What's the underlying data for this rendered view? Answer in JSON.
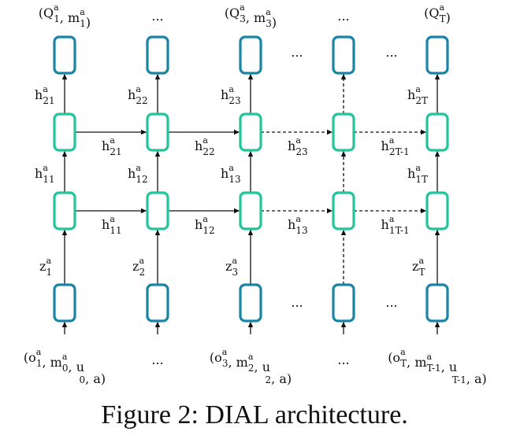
{
  "caption": "Figure 2: DIAL architecture.",
  "colors": {
    "io_box": "#1a84a6",
    "hidden_box": "#22c59a",
    "arrow": "#111111"
  },
  "top_labels": [
    {
      "main": "(Q",
      "sub": "1",
      "sub2": ", m",
      "sub3": "1",
      "tail": ")",
      "sup": "a",
      "sup2": "a"
    },
    {
      "text": "..."
    },
    {
      "main": "(Q",
      "sub": "3",
      "sub2": ", m",
      "sub3": "3",
      "tail": ")",
      "sup": "a",
      "sup2": "a"
    },
    {
      "text": "..."
    },
    {
      "main": "(Q",
      "sub": "T",
      "tail": ")",
      "sup": "a"
    }
  ],
  "bottom_labels": [
    {
      "parts": [
        "(o",
        "1",
        ", m",
        "0",
        ", u",
        "0",
        ", a)"
      ],
      "sups": [
        "a",
        "a"
      ]
    },
    {
      "text": "..."
    },
    {
      "parts": [
        "(o",
        "3",
        ", m",
        "2",
        ", u",
        "2",
        ", a)"
      ],
      "sups": [
        "a",
        "a"
      ]
    },
    {
      "text": "..."
    },
    {
      "parts": [
        "(o",
        "T",
        ", m",
        "T-1",
        ", u",
        "T-1",
        ", a)"
      ],
      "sups": [
        "a",
        "a"
      ]
    }
  ],
  "h2_vertical": [
    {
      "col": 0,
      "base": "h",
      "sub": "21",
      "sup": "a"
    },
    {
      "col": 1,
      "base": "h",
      "sub": "22",
      "sup": "a"
    },
    {
      "col": 2,
      "base": "h",
      "sub": "23",
      "sup": "a"
    },
    {
      "col": 4,
      "base": "h",
      "sub": "2T",
      "sup": "a"
    }
  ],
  "h1_vertical": [
    {
      "col": 0,
      "base": "h",
      "sub": "11",
      "sup": "a"
    },
    {
      "col": 1,
      "base": "h",
      "sub": "12",
      "sup": "a"
    },
    {
      "col": 2,
      "base": "h",
      "sub": "13",
      "sup": "a"
    },
    {
      "col": 4,
      "base": "h",
      "sub": "1T",
      "sup": "a"
    }
  ],
  "h2_horizontal": [
    {
      "between": 0,
      "base": "h",
      "sub": "21",
      "sup": "a"
    },
    {
      "between": 1,
      "base": "h",
      "sub": "22",
      "sup": "a"
    },
    {
      "between": 2,
      "base": "h",
      "sub": "23",
      "sup": "a"
    },
    {
      "between": 3,
      "base": "h",
      "sub": "2T-1",
      "sup": "a"
    }
  ],
  "h1_horizontal": [
    {
      "between": 0,
      "base": "h",
      "sub": "11",
      "sup": "a"
    },
    {
      "between": 1,
      "base": "h",
      "sub": "12",
      "sup": "a"
    },
    {
      "between": 2,
      "base": "h",
      "sub": "13",
      "sup": "a"
    },
    {
      "between": 3,
      "base": "h",
      "sub": "1T-1",
      "sup": "a"
    }
  ],
  "z_vertical": [
    {
      "col": 0,
      "base": "z",
      "sub": "1",
      "sup": "a"
    },
    {
      "col": 1,
      "base": "z",
      "sub": "2",
      "sup": "a"
    },
    {
      "col": 2,
      "base": "z",
      "sub": "3",
      "sup": "a"
    },
    {
      "col": 4,
      "base": "z",
      "sub": "T",
      "sup": "a"
    }
  ],
  "row_dots": {
    "top": [
      "...",
      "..."
    ],
    "bottom": [
      "...",
      "..."
    ]
  }
}
